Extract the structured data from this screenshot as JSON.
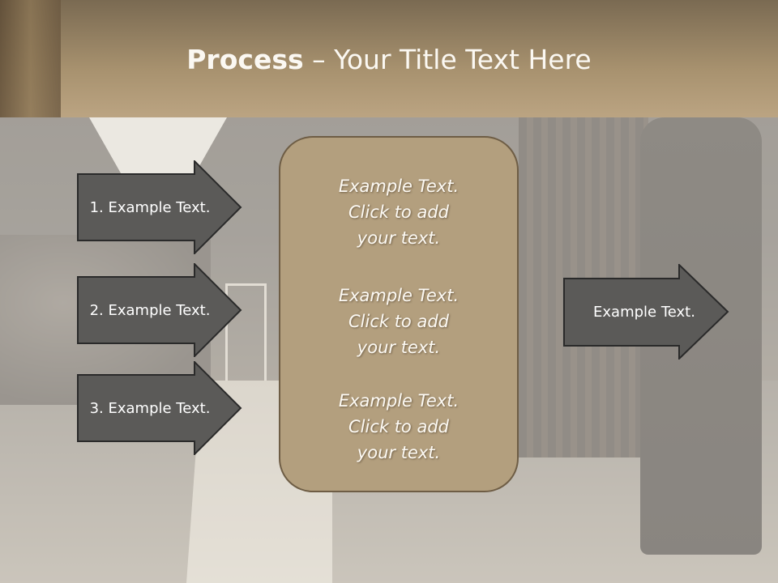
{
  "slide": {
    "title_bold": "Process",
    "title_rest": " – Your Title Text Here"
  },
  "left_arrows": [
    {
      "label": "1. Example Text."
    },
    {
      "label": "2. Example Text."
    },
    {
      "label": "3. Example Text."
    }
  ],
  "center_box": {
    "blocks": [
      {
        "line1": "Example Text.",
        "line2": "Click  to add",
        "line3": "your text."
      },
      {
        "line1": "Example Text.",
        "line2": "Click  to add",
        "line3": "your text."
      },
      {
        "line1": "Example Text.",
        "line2": "Click  to add",
        "line3": "your text."
      }
    ]
  },
  "right_arrow": {
    "label": "Example Text."
  },
  "colors": {
    "arrow_fill": "#5b5a58",
    "arrow_stroke": "#2a2a2a",
    "box_fill": "#b39f7e",
    "title_band": "#a8926f"
  }
}
